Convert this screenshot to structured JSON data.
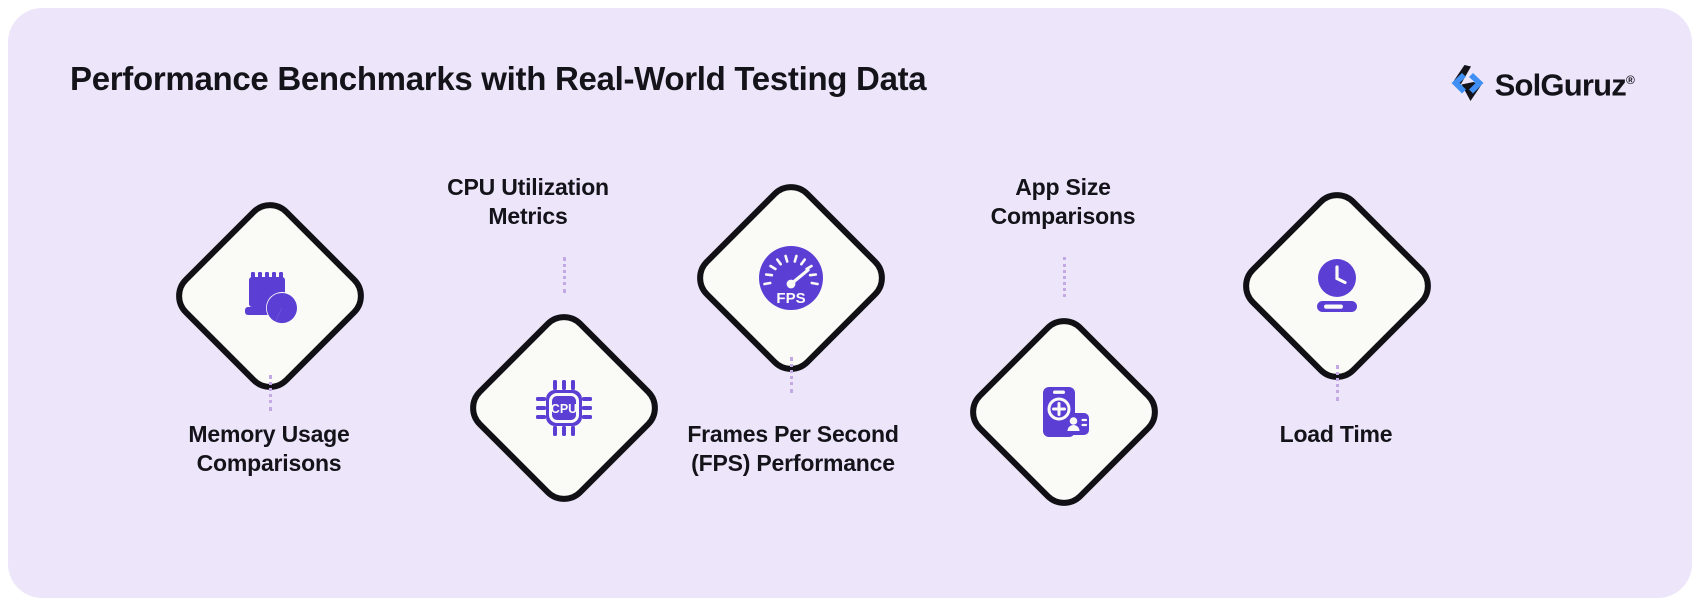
{
  "header": {
    "title": "Performance Benchmarks with Real-World Testing Data",
    "logo": {
      "name": "SolGuruz",
      "registered_mark": "®",
      "mark_icon": "solguruz-chevron-logo-icon",
      "mark_color_primary": "#3F8FF5",
      "mark_color_secondary": "#14131A"
    }
  },
  "theme": {
    "card_background": "#EDE6FB",
    "page_background": "#FFFFFF",
    "accent": "#5B3FD4",
    "diamond_fill": "#FAFAF7",
    "diamond_border": "#111014",
    "connector": "#C3A9E4",
    "text": "#14131A"
  },
  "items": [
    {
      "id": "memory-usage",
      "icon": "memory-card-pie-chart-icon",
      "label_line1": "Memory Usage",
      "label_line2": "Comparisons",
      "label_position": "below"
    },
    {
      "id": "cpu-utilization",
      "icon": "cpu-chip-icon",
      "icon_text": "CPU",
      "label_line1": "CPU Utilization",
      "label_line2": "Metrics",
      "label_position": "above"
    },
    {
      "id": "frames-per-second",
      "icon": "fps-speedometer-gauge-icon",
      "icon_text": "FPS",
      "label_line1": "Frames Per Second",
      "label_line2": "(FPS) Performance",
      "label_position": "below"
    },
    {
      "id": "app-size",
      "icon": "mobile-app-size-icon",
      "label_line1": "App Size",
      "label_line2": "Comparisons",
      "label_position": "above"
    },
    {
      "id": "load-time",
      "icon": "clock-load-time-icon",
      "label_line1": "Load Time",
      "label_line2": "",
      "label_position": "below"
    }
  ]
}
